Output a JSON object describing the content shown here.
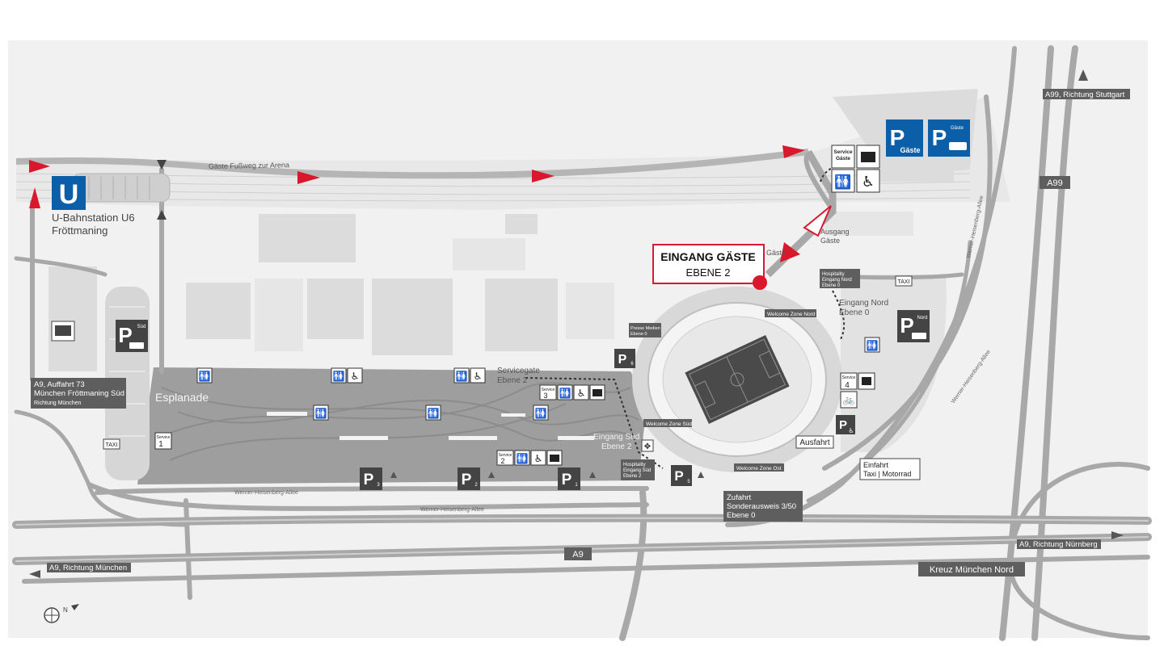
{
  "map": {
    "callout": {
      "title": "EINGANG GÄSTE",
      "subtitle": "EBENE 2"
    },
    "transit": {
      "name": "U-Bahnstation U6",
      "station": "Fröttmaning",
      "u_label": "U"
    },
    "path_label": "Gäste Fußweg zur Arena",
    "esplanade": "Esplanade",
    "ausgang": {
      "line1": "Ausgang",
      "line2": "Gäste"
    },
    "gaeste_small": "Gäste",
    "parking_guest": {
      "p": "P",
      "label": "Gäste",
      "label2": "Gäste"
    },
    "parking_sued": {
      "p": "P",
      "label": "Süd"
    },
    "parking_nord": {
      "p": "P",
      "label": "Nord"
    },
    "parking_p1": "P",
    "p1_sub": "1",
    "parking_p2": "P",
    "p2_sub": "2",
    "parking_p3": "P",
    "p3_sub": "3",
    "parking_p5": "P",
    "p5_sub": "5",
    "parking_p6": "P",
    "p6_sub": "6",
    "parking_p7": "P",
    "service_gaeste": {
      "line1": "Service",
      "line2": "Gäste"
    },
    "service1": {
      "line1": "Service",
      "num": "1"
    },
    "service2": {
      "line1": "Service",
      "num": "2"
    },
    "service3": {
      "line1": "Service",
      "num": "3"
    },
    "service4": {
      "line1": "Service",
      "num": "4"
    },
    "servicegate": {
      "line1": "Servicegate",
      "line2": "Ebene 2"
    },
    "eingang_sued": {
      "line1": "Eingang Süd",
      "line2": "Ebene 2"
    },
    "eingang_nord": {
      "line1": "Eingang Nord",
      "line2": "Ebene 0"
    },
    "welcome_nord": "Welcome Zone Nord",
    "welcome_sued": "Welcome Zone Süd",
    "welcome_ost": "Welcome Zone Ost",
    "press_media": {
      "line1": "Presse Medien",
      "line2": "Ebene 0"
    },
    "hosp_nord": {
      "line1": "Hospitality",
      "line2": "Eingang Nord",
      "line3": "Ebene 0"
    },
    "hosp_sued": {
      "line1": "Hospitality",
      "line2": "Eingang Süd",
      "line3": "Ebene 2"
    },
    "ausfahrt": "Ausfahrt",
    "einfahrt": {
      "line1": "Einfahrt",
      "line2": "Taxi | Motorrad"
    },
    "zufahrt": {
      "line1": "Zufahrt",
      "line2": "Sonderausweis 3/50",
      "line3": "Ebene 0"
    },
    "taxi1": "TAXI",
    "taxi2": "TAXI",
    "a9_auffahrt": {
      "line1": "A9, Auffahrt 73",
      "line2": "München Fröttmaning Süd",
      "line3": "Richtung München"
    },
    "a9_muenchen": "A9, Richtung München",
    "a9_nuernberg": "A9, Richtung Nürnberg",
    "a99_stuttgart": "A99, Richtung Stuttgart",
    "a99": "A99",
    "a9": "A9",
    "kreuz": "Kreuz München Nord",
    "street1": "Werner-Heisenberg-Allee",
    "street2": "Werner-Heisenberg-Allee",
    "street3": "Werner-Heisenberg-Allee",
    "street4": "Werner-Heisenberg-Allee",
    "compass_n": "N"
  },
  "colors": {
    "accent_red": "#d9182d",
    "sign_blue": "#0b5ea8",
    "road_gray": "#a8a8a8",
    "plaza_gray": "#9a9a9a"
  }
}
